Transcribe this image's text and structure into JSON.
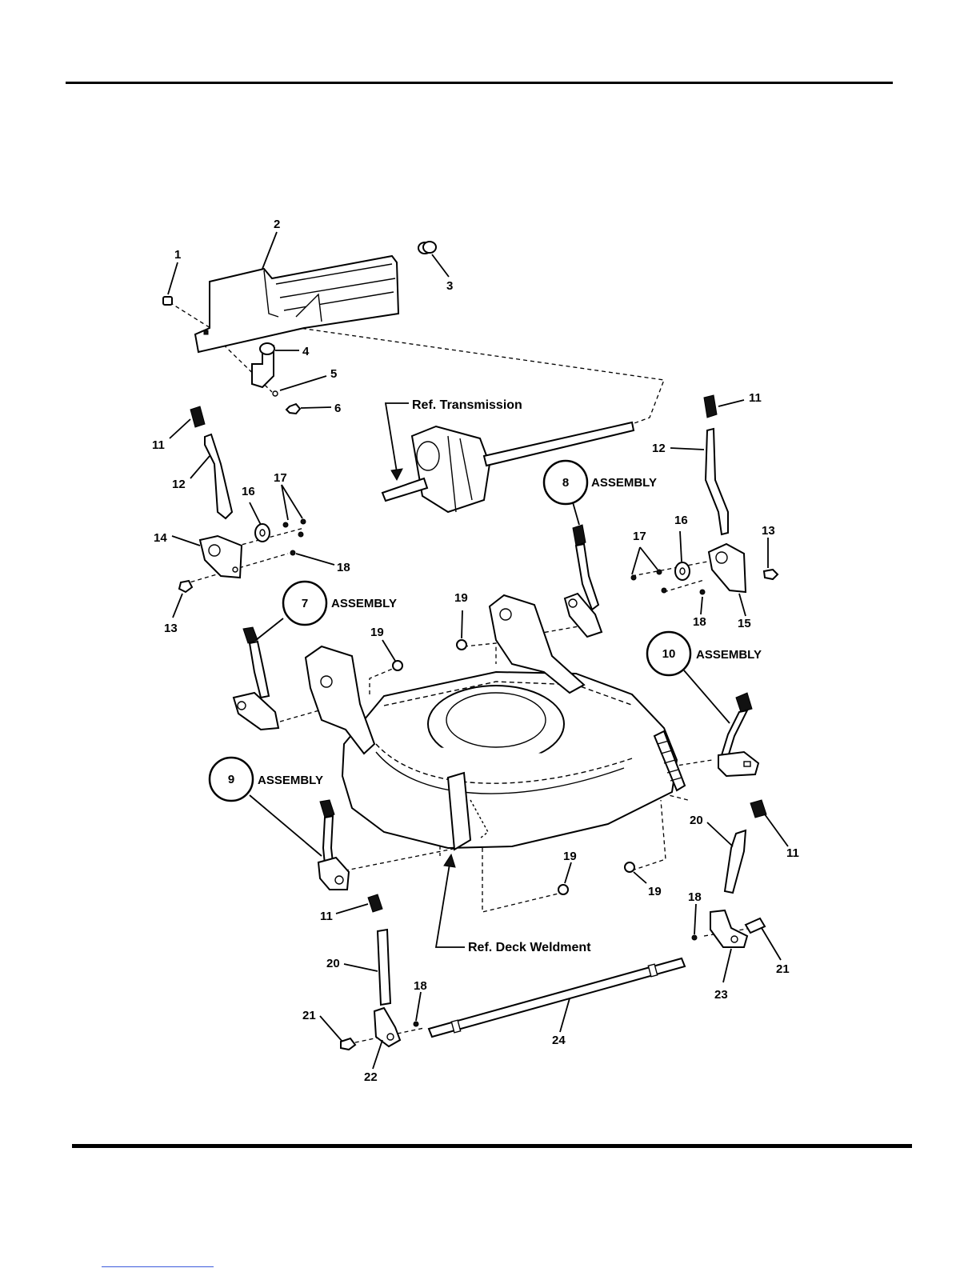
{
  "diagram": {
    "callouts": {
      "c1": "1",
      "c2": "2",
      "c3": "3",
      "c4": "4",
      "c5": "5",
      "c6": "6",
      "c11a": "11",
      "c11b": "11",
      "c11c": "11",
      "c11d": "11",
      "c12a": "12",
      "c12b": "12",
      "c13a": "13",
      "c13b": "13",
      "c14": "14",
      "c15": "15",
      "c16a": "16",
      "c16b": "16",
      "c17a": "17",
      "c17b": "17",
      "c18a": "18",
      "c18b": "18",
      "c18c": "18",
      "c18d": "18",
      "c19a": "19",
      "c19b": "19",
      "c19c": "19",
      "c19d": "19",
      "c20a": "20",
      "c20b": "20",
      "c21a": "21",
      "c21b": "21",
      "c22": "22",
      "c23": "23",
      "c24": "24"
    },
    "assemblies": {
      "a7": {
        "number": "7",
        "label": "ASSEMBLY"
      },
      "a8": {
        "number": "8",
        "label": "ASSEMBLY"
      },
      "a9": {
        "number": "9",
        "label": "ASSEMBLY"
      },
      "a10": {
        "number": "10",
        "label": "ASSEMBLY"
      }
    },
    "references": {
      "transmission": "Ref. Transmission",
      "deck": "Ref. Deck Weldment"
    }
  }
}
